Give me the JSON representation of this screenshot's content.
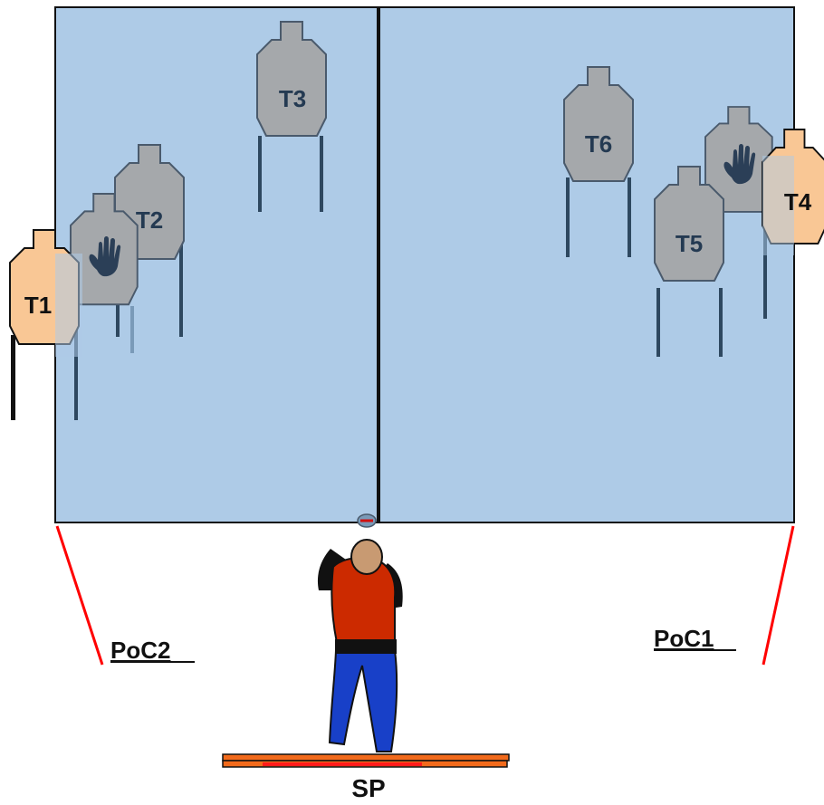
{
  "targets": {
    "t1": "T1",
    "t2": "T2",
    "t3": "T3",
    "t4": "T4",
    "t5": "T5",
    "t6": "T6"
  },
  "labels": {
    "poc1": "PoC1",
    "poc2": "PoC2",
    "start_position": "SP"
  },
  "colors": {
    "wall": "#aecbe7",
    "shoot_target": "#a5a8ab",
    "no_shoot_hand": "#2b3f57",
    "hidden_target": "#f9c795",
    "fault_line": "#ff0000",
    "start_box": "#f26a1b",
    "shooter_shirt": "#cc2a00",
    "shooter_pants": "#1840c8"
  },
  "icons": {
    "no_shoot": "hand-icon"
  }
}
